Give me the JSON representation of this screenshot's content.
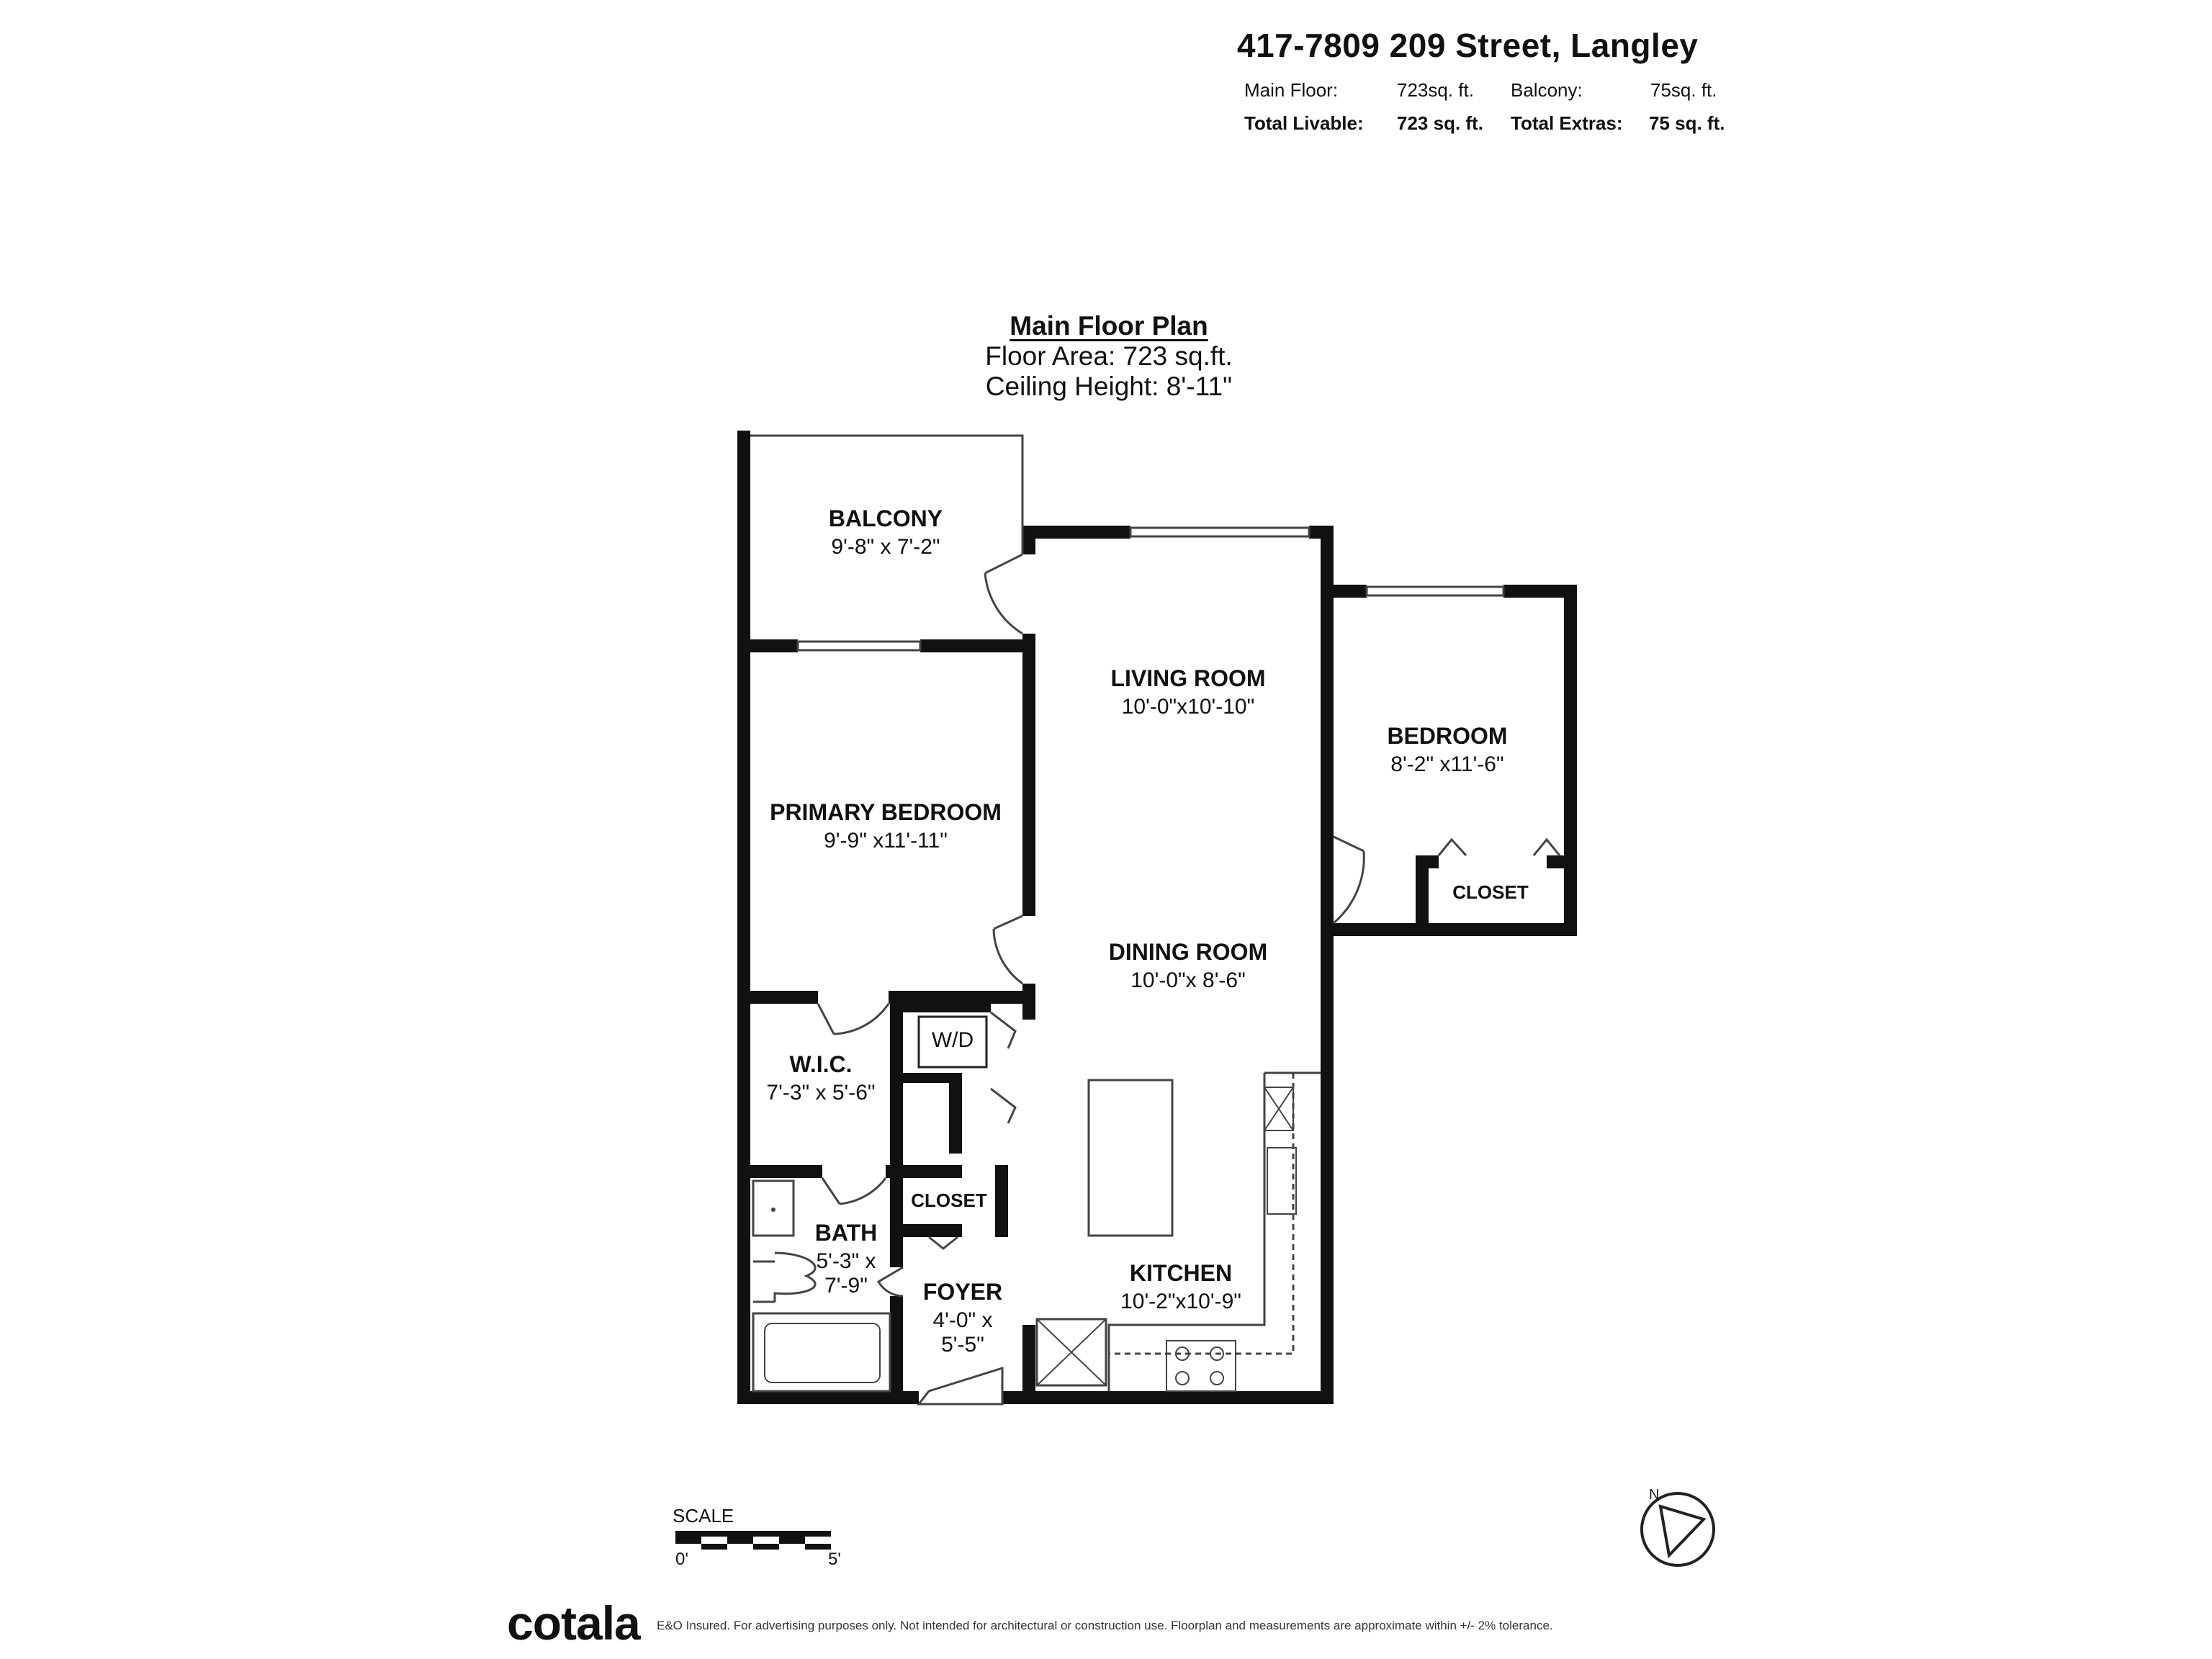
{
  "header": {
    "address": "417-7809 209 Street, Langley",
    "main_floor_label": "Main Floor:",
    "main_floor_value": "723sq. ft.",
    "balcony_label": "Balcony:",
    "balcony_value": "75sq. ft.",
    "total_livable_label": "Total Livable:",
    "total_livable_value": "723 sq. ft.",
    "total_extras_label": "Total Extras:",
    "total_extras_value": "75 sq. ft."
  },
  "plan": {
    "title": "Main Floor Plan",
    "floor_area": "Floor Area: 723 sq.ft.",
    "ceiling_height": "Ceiling Height: 8'-11\""
  },
  "rooms": {
    "balcony": {
      "name": "BALCONY",
      "dims": "9'-8\" x 7'-2\""
    },
    "living": {
      "name": "LIVING ROOM",
      "dims": "10'-0\"x10'-10\""
    },
    "bedroom": {
      "name": "BEDROOM",
      "dims": "8'-2\" x11'-6\""
    },
    "bedroom_closet": {
      "name": "CLOSET"
    },
    "primary": {
      "name": "PRIMARY BEDROOM",
      "dims": "9'-9\" x11'-11\""
    },
    "dining": {
      "name": "DINING ROOM",
      "dims": "10'-0\"x 8'-6\""
    },
    "wd": {
      "name": "W/D"
    },
    "wic": {
      "name": "W.I.C.",
      "dims": "7'-3\" x 5'-6\""
    },
    "closet": {
      "name": "CLOSET"
    },
    "bath": {
      "name": "BATH",
      "dims1": "5'-3\" x",
      "dims2": "7'-9\""
    },
    "foyer": {
      "name": "FOYER",
      "dims1": "4'-0\" x",
      "dims2": "5'-5\""
    },
    "kitchen": {
      "name": "KITCHEN",
      "dims": "10'-2\"x10'-9\""
    }
  },
  "scale": {
    "label": "SCALE",
    "start": "0'",
    "end": "5'"
  },
  "footer": {
    "logo": "cotala",
    "disclaimer": "E&O Insured. For advertising purposes only. Not intended for architectural or construction use. Floorplan and measurements are approximate within +/- 2% tolerance."
  },
  "icons": [
    "north-arrow-icon",
    "washer-dryer-icon",
    "sink-icon",
    "toilet-icon",
    "bathtub-icon",
    "stove-icon",
    "fridge-icon",
    "kitchen-island-icon"
  ]
}
